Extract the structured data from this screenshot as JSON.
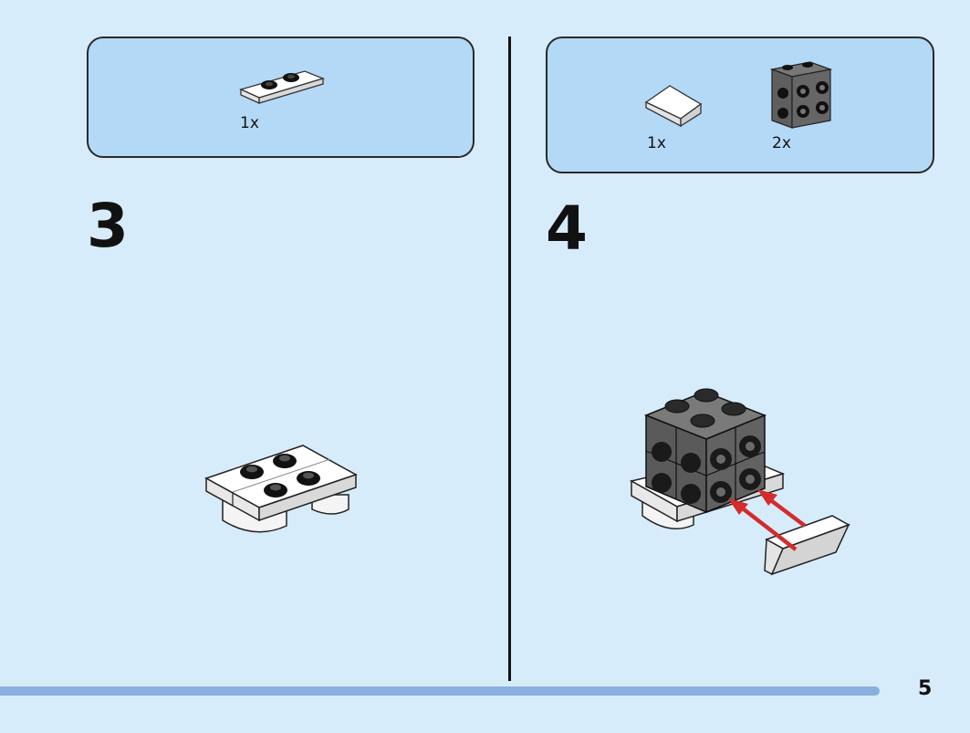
{
  "left_step": {
    "parts": [
      {
        "icon": "white-1x2-jumper-plate-icon",
        "quantity": "1x"
      }
    ],
    "step_number": "3",
    "result_icon": "white-2x4-plate-assembly-icon"
  },
  "right_step": {
    "parts": [
      {
        "icon": "white-slope-tile-icon",
        "quantity": "1x"
      },
      {
        "icon": "dark-gray-brick-studs-on-sides-icon",
        "quantity": "2x"
      }
    ],
    "step_number": "4",
    "result_icon": "dark-gray-cube-on-white-plate-icon",
    "arrow_icon": "red-insert-arrow-icon"
  },
  "footer": {
    "page_number": "5"
  },
  "colors": {
    "page_background": "#d7ecfb",
    "parts_box": "#b4d9f6",
    "progress_bar": "#8ab0df",
    "arrow": "#d42b2b",
    "dark_gray_brick": "#5a5a5a",
    "white_brick": "#f4f4f4"
  }
}
